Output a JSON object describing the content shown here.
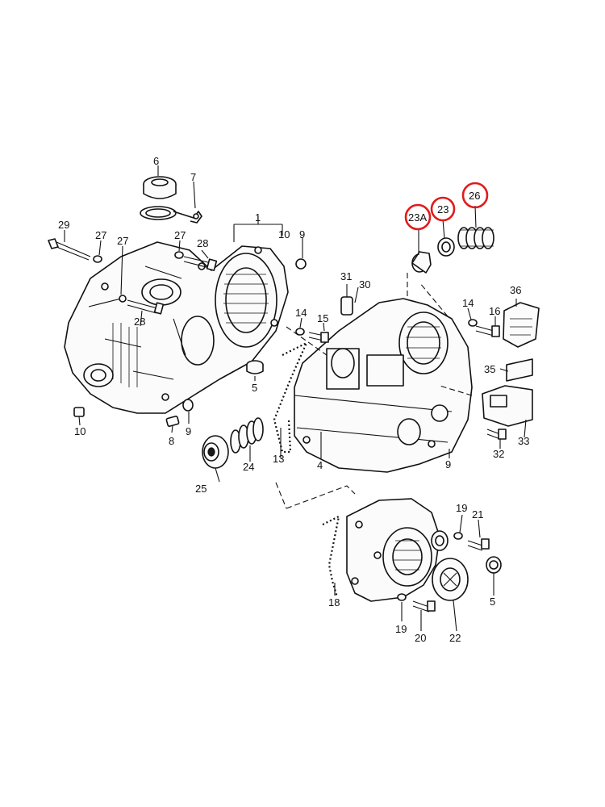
{
  "diagram": {
    "labels": {
      "p1": "1",
      "p4": "4",
      "p5a": "5",
      "p5b": "5",
      "p6": "6",
      "p7": "7",
      "p8": "8",
      "p9a": "9",
      "p9b": "9",
      "p9c": "9",
      "p10a": "10",
      "p10b": "10",
      "p13": "13",
      "p14a": "14",
      "p14b": "14",
      "p15": "15",
      "p16": "16",
      "p18": "18",
      "p19a": "19",
      "p19b": "19",
      "p20": "20",
      "p21": "21",
      "p22": "22",
      "p23": "23",
      "p23A": "23A",
      "p24": "24",
      "p25": "25",
      "p26": "26",
      "p27a": "27",
      "p27b": "27",
      "p27c": "27",
      "p28a": "28",
      "p28b": "28",
      "p29": "29",
      "p30": "30",
      "p31": "31",
      "p32": "32",
      "p33": "33",
      "p35": "35",
      "p36": "36"
    },
    "highlighted": [
      "23A",
      "23",
      "26"
    ],
    "highlight_color": "#e01b1b"
  }
}
